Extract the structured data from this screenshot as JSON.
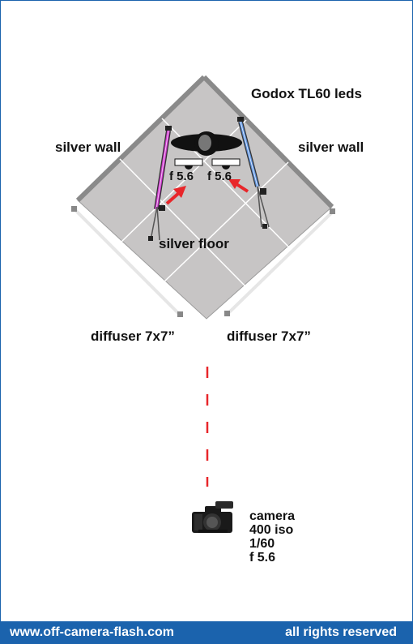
{
  "labels": {
    "title": "Godox TL60 leds",
    "wall_left": "silver wall",
    "wall_right": "silver wall",
    "floor": "silver floor",
    "diffuser_left": "diffuser 7x7”",
    "diffuser_right": "diffuser 7x7”",
    "meter_left": "f 5.6",
    "meter_right": "f 5.6"
  },
  "camera": {
    "lines": [
      "camera",
      "400 iso",
      "1/60",
      "f 5.6"
    ]
  },
  "footer": {
    "url": "www.off-camera-flash.com",
    "rights": "all rights reserved"
  },
  "colors": {
    "brand_blue": "#1b63ad",
    "floor_gray": "#c7c5c5",
    "arrow_red": "#e8262a",
    "tube_left": "#cc33cc",
    "tube_right": "#5b8fd9"
  }
}
